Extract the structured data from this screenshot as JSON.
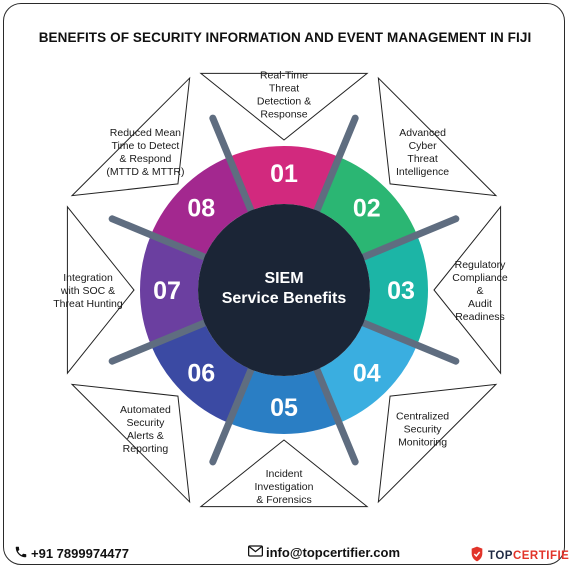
{
  "title": "BENEFITS OF SECURITY INFORMATION AND EVENT MANAGEMENT IN FIJI",
  "center": {
    "line1": "SIEM",
    "line2": "Service Benefits"
  },
  "segments": [
    {
      "number": "01",
      "color": "#d2297e",
      "lines": [
        "Real-Time",
        "Threat",
        "Detection &",
        "Response"
      ]
    },
    {
      "number": "02",
      "color": "#2bb673",
      "lines": [
        "Advanced",
        "Cyber",
        "Threat",
        "Intelligence"
      ]
    },
    {
      "number": "03",
      "color": "#1cb5a6",
      "lines": [
        "Regulatory",
        "Compliance",
        "&",
        "Audit",
        "Readiness"
      ]
    },
    {
      "number": "04",
      "color": "#3aaee0",
      "lines": [
        "Centralized",
        "Security",
        "Monitoring"
      ]
    },
    {
      "number": "05",
      "color": "#2a7ec4",
      "lines": [
        "Incident",
        "Investigation",
        "& Forensics"
      ]
    },
    {
      "number": "06",
      "color": "#3b4aa3",
      "lines": [
        "Automated",
        "Security",
        "Alerts &",
        "Reporting"
      ]
    },
    {
      "number": "07",
      "color": "#6b3fa0",
      "lines": [
        "Integration",
        "with SOC &",
        "Threat Hunting"
      ]
    },
    {
      "number": "08",
      "color": "#a3288f",
      "lines": [
        "Reduced Mean",
        "Time to Detect",
        "& Respond",
        "(MTTD & MTTR)"
      ]
    }
  ],
  "colors": {
    "center": "#1b2536",
    "divider": "#5f6d80",
    "outline": "#222222"
  },
  "footer": {
    "phone": "+91 7899974477",
    "email": "info@topcertifier.com",
    "brand_top": "TOP",
    "brand_cert": "CERTIFIER"
  },
  "icons": {
    "phone": "phone-icon",
    "email": "envelope-icon",
    "brand": "shield-logo-icon"
  }
}
